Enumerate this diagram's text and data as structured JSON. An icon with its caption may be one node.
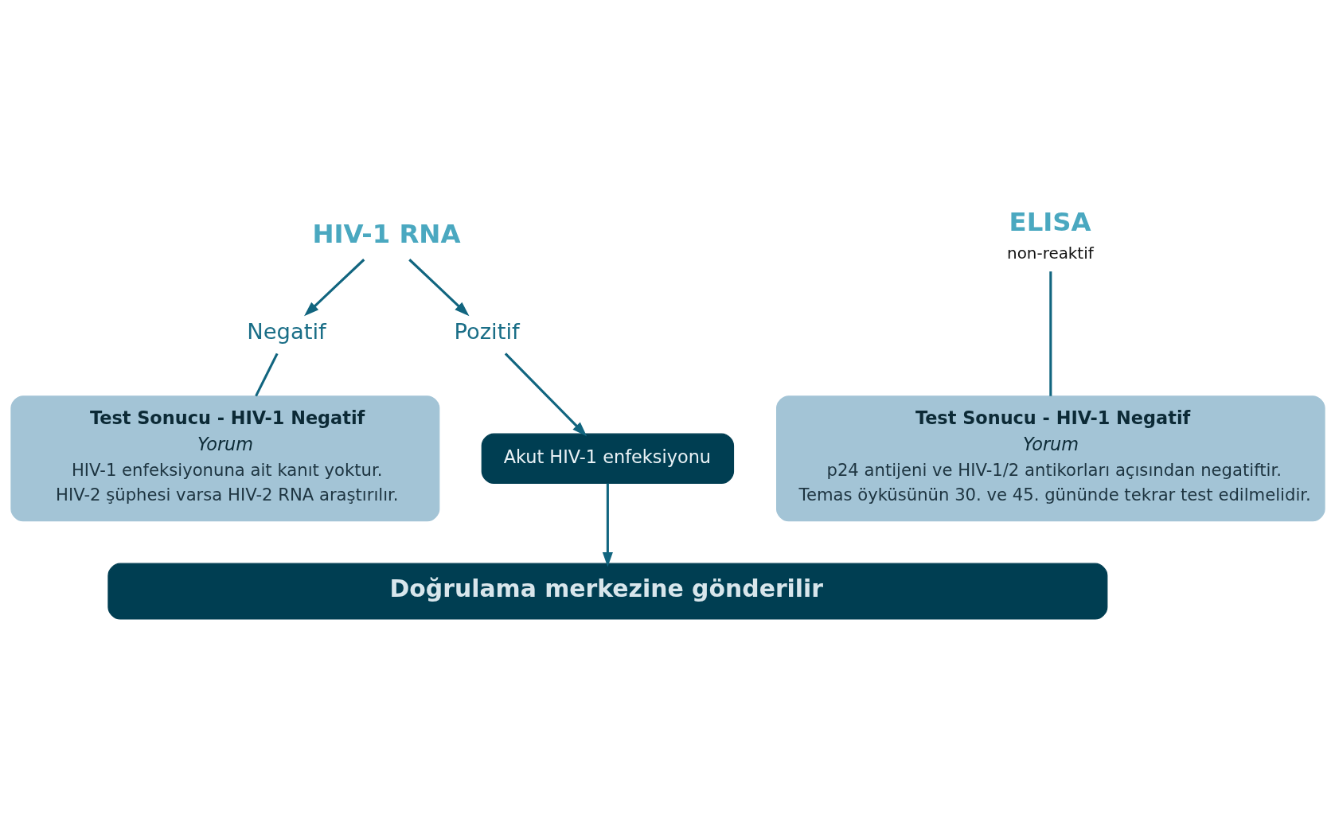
{
  "diagram": {
    "nodes": [
      {
        "text": [
          "HIV-1 RNA"
        ]
      },
      {
        "text": [
          "ELISA",
          "non-reaktif"
        ]
      },
      {
        "text": [
          "Negatif"
        ]
      },
      {
        "text": [
          "Pozitif"
        ]
      },
      {
        "text": [
          "Akut HIV-1 enfeksiyonu"
        ]
      },
      {
        "text": [
          "Test Sonucu - HIV-1 Negatif",
          "Yorum",
          "HIV-1 enfeksiyonuna ait kanıt yoktur.",
          "HIV-2 şüphesi varsa HIV-2 RNA araştırılır."
        ]
      },
      {
        "text": [
          "Test Sonucu - HIV-1 Negatif",
          "Yorum",
          "p24 antijeni ve HIV-1/2 antikorları açısından negatiftir.",
          "Temas öyküsünün 30. ve 45. gününde tekrar test edilmelidir."
        ]
      },
      {
        "text": [
          "Doğrulama merkezine gönderilir"
        ]
      }
    ],
    "edges": [
      {
        "from": 0,
        "to": 2,
        "arrow": "to"
      },
      {
        "from": 0,
        "to": 3,
        "arrow": "to"
      },
      {
        "from": 3,
        "to": 4,
        "arrow": "to"
      },
      {
        "from": 2,
        "to": 5,
        "arrow": "none"
      },
      {
        "from": 1,
        "to": 6,
        "arrow": "none"
      },
      {
        "from": 4,
        "to": 7,
        "arrow": "to"
      }
    ]
  }
}
